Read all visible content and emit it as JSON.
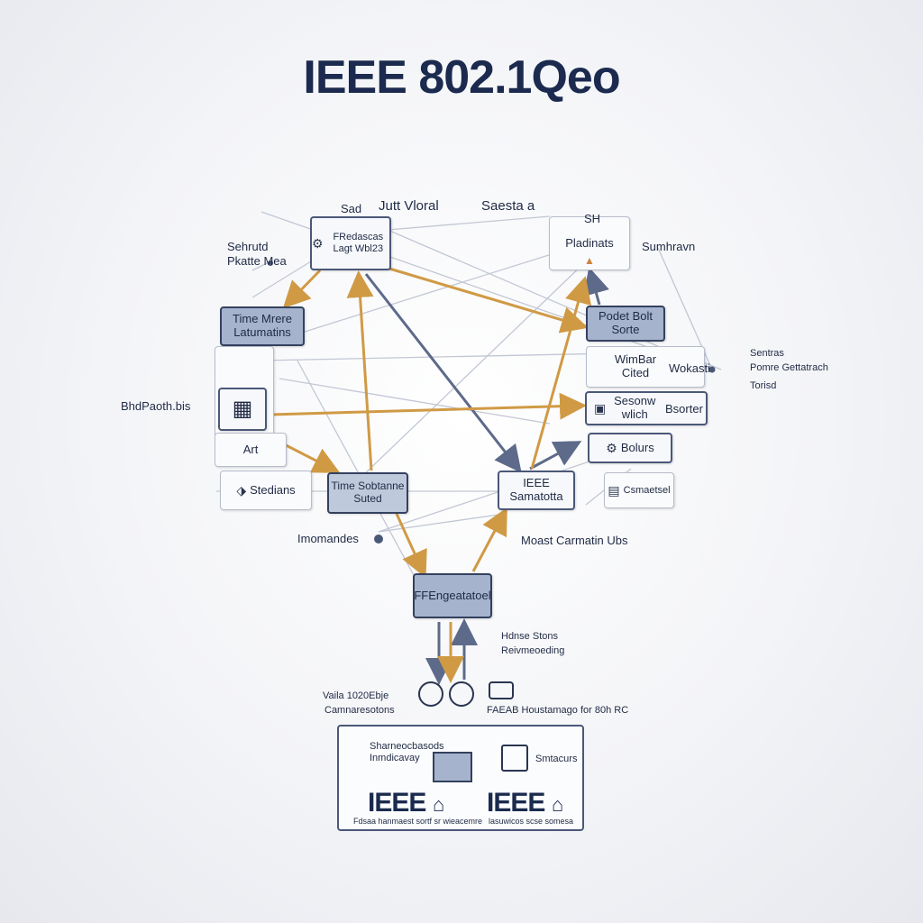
{
  "title": "IEEE 802.1Qeo",
  "nodes": {
    "top_left": "FRedascas Lagt Wbl23",
    "top_right": "Pladinats",
    "time": "Time Mrere Latumatins",
    "poder": "Podet Bolt Sorte",
    "wimbar": "WimBar Cited",
    "sesonw": "Sesonw wlich",
    "bolurs": "Bolurs",
    "art": "Art",
    "stedians": "Stedians",
    "time_subtanne": "Time Sobtanne Suted",
    "ieee_mid": "IEEE Samatotta",
    "cameanet": "Csmaetsel",
    "fengeatool": "FFEngeatatoel"
  },
  "labels": {
    "sad": "Sad",
    "jutt": "Jutt Vloral",
    "saesta": "Saesta a",
    "sdh": "SH",
    "sehrutd": "Sehrutd Pkatte Mea",
    "sumhravm": "Sumhravn",
    "senitas": "Sentras",
    "pomere": "Pomre Gettatrach",
    "torisd": "Torisd",
    "wokasti": "Wokasti",
    "bsorter": "Bsorter",
    "bhdpaoth": "BhdPaoth.bis",
    "imomandes": "Imomandes",
    "moast": "Moast Carmatin Ubs",
    "hdnse": "Hdnse Stons",
    "reivmeoeding": "Reivmeoeding",
    "vaila": "Vaila 1020Ebje",
    "camnaresotons": "Camnaresotons",
    "ffaeab": "FAEAB Houstamago for 80h RC",
    "shareeabesd": "Sharneocbasods Inmdicavay",
    "smtacurs": "Smtacurs",
    "ieee_brand_left": "IEEE",
    "ieee_brand_right": "IEEE",
    "left_caption": "Fdsaa hanmaest sortf sr wieacemre",
    "right_caption": "lasuwicos scse somesa"
  },
  "colors": {
    "navy": "#1b2a4e",
    "node_blue": "#a6b3cd",
    "edge_gold": "#d09a45",
    "edge_slate": "#5d6a8a",
    "edge_light": "#b8bdcb"
  },
  "icons": [
    "gear-icon",
    "switch-icon",
    "device-icon",
    "warning-icon",
    "clock-icon",
    "router-icon",
    "home-icon"
  ]
}
